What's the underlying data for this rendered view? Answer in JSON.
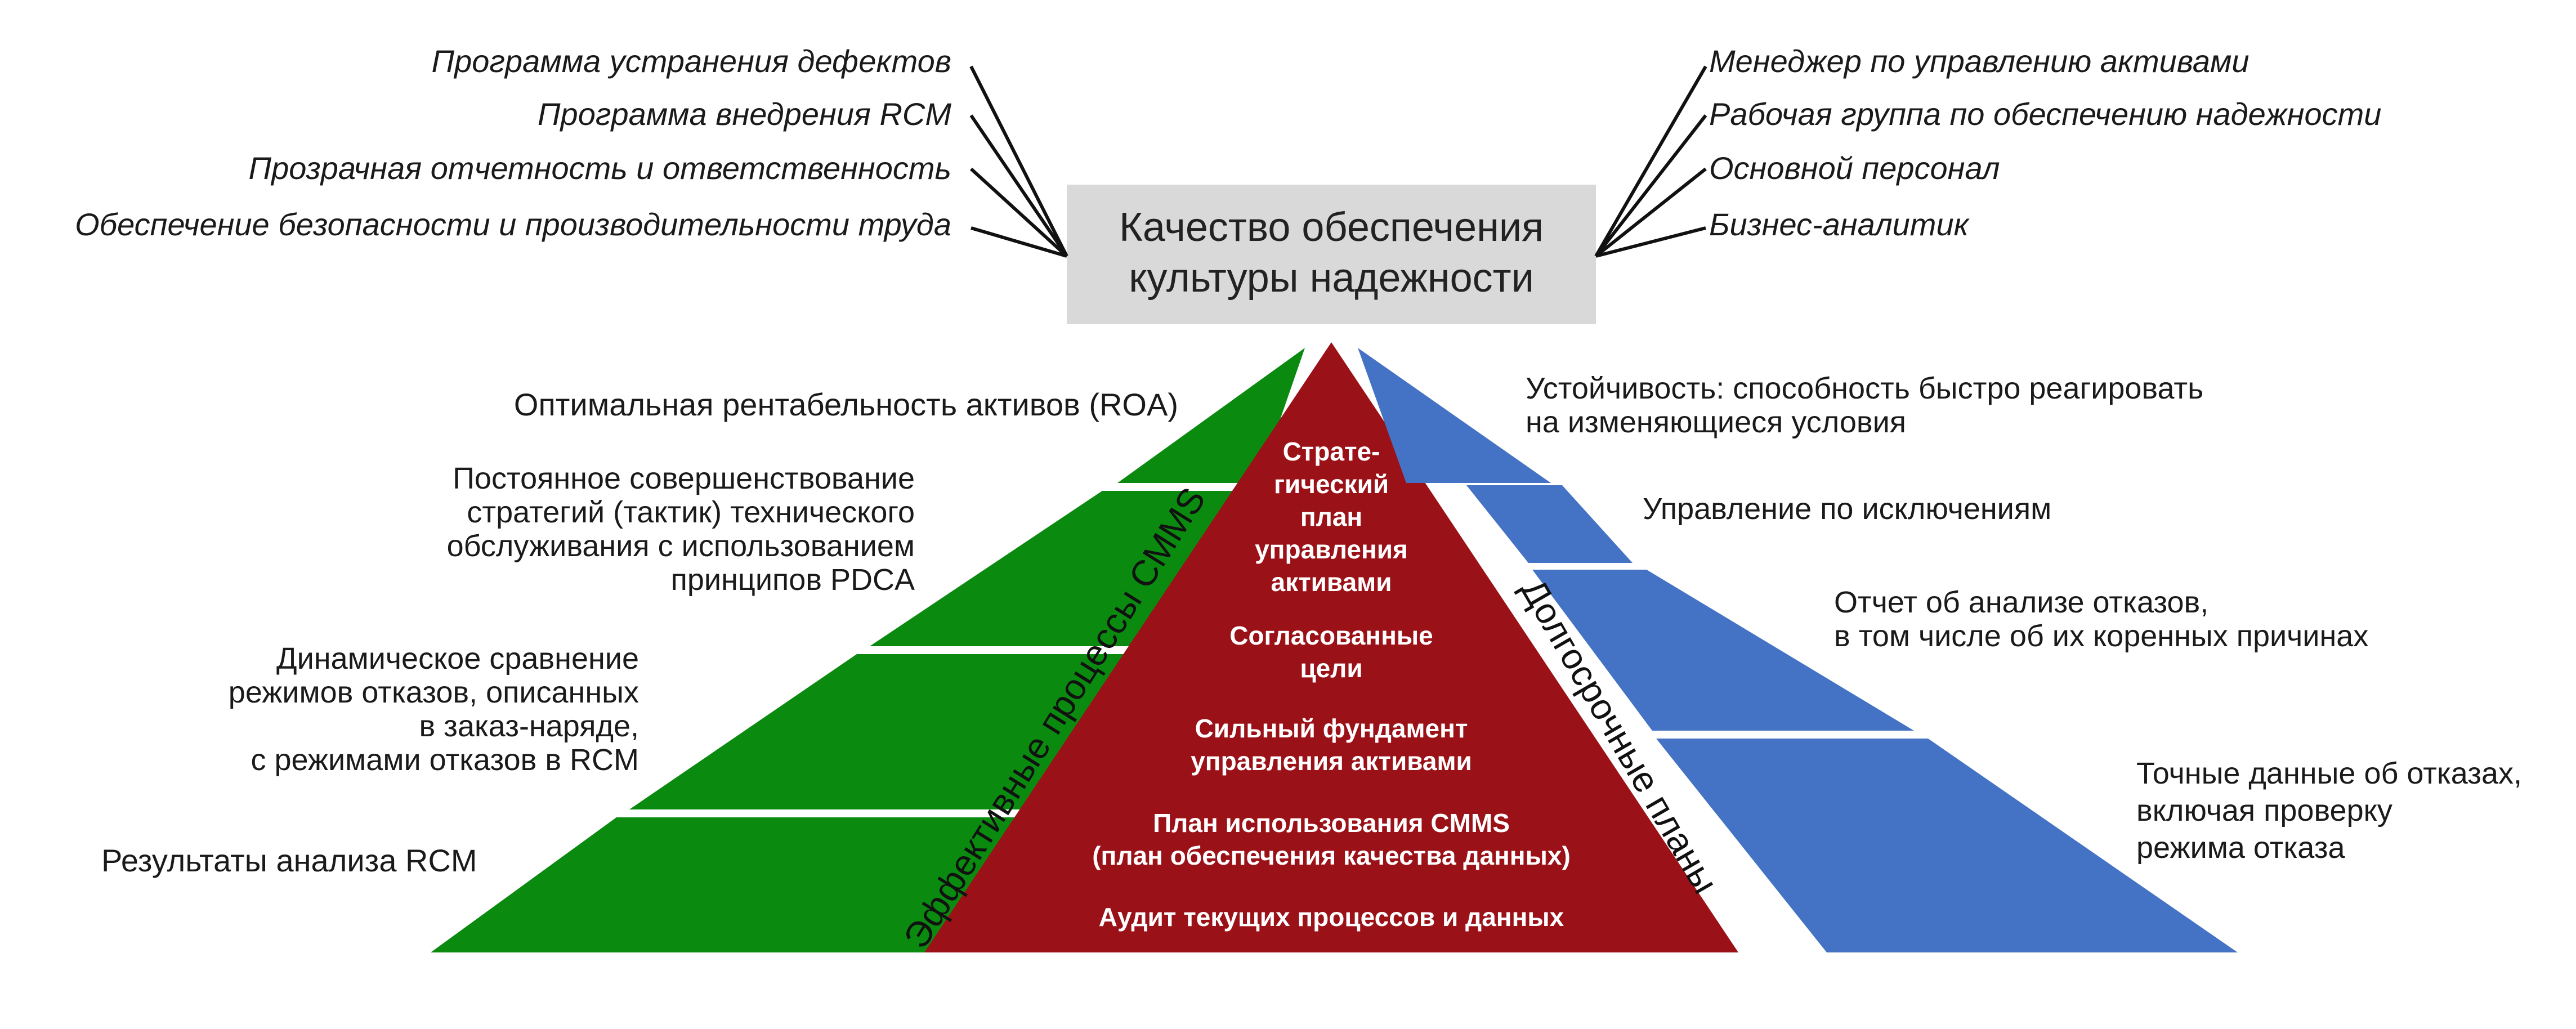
{
  "colors": {
    "green": "#0b8a10",
    "blue": "#4472c4",
    "red": "#9b1118",
    "title_bg": "#d9d9d9",
    "line": "#111111"
  },
  "title": {
    "line1": "Качество обеспечения",
    "line2": "культуры надежности"
  },
  "top_left_items": [
    "Программа устранения дефектов",
    "Программа внедрения RCM",
    "Прозрачная отчетность и ответственность",
    "Обеспечение безопасности и производительности труда"
  ],
  "top_right_items": [
    "Менеджер по управлению активами",
    "Рабочая группа по обеспечению надежности",
    "Основной персонал",
    "Бизнес-аналитик"
  ],
  "left_labels": {
    "roa": "Оптимальная рентабельность активов (ROA)",
    "pdca": [
      "Постоянное совершенствование",
      "стратегий (тактик) технического",
      "обслуживания с использованием",
      "принципов PDCA"
    ],
    "compare": [
      "Динамическое сравнение",
      "режимов отказов, описанных",
      "в заказ-наряде,",
      "с режимами отказов в RCM"
    ],
    "rcm_results": "Результаты анализа RCM"
  },
  "right_labels": {
    "resilience": [
      "Устойчивость: способность быстро реагировать",
      "на изменяющиеся условия"
    ],
    "exceptions": "Управление по исключениям",
    "failure_report": [
      "Отчет об анализе отказов,",
      "в том числе об их коренных причинах"
    ],
    "failure_data": [
      "Точные данные об отказах,",
      "включая проверку",
      "режима отказа"
    ]
  },
  "left_side_label": "Эффективные процессы CMMS",
  "right_side_label": "Долгосрочные планы",
  "center": {
    "strategic": [
      "Страте-",
      "гический",
      "план",
      "управления",
      "активами"
    ],
    "goals": [
      "Согласованные",
      "цели"
    ],
    "foundation": [
      "Сильный фундамент",
      "управления активами"
    ],
    "cmms_plan": [
      "План использования CMMS",
      "(план обеспечения качества данных)"
    ],
    "audit": "Аудит текущих процессов и данных"
  }
}
